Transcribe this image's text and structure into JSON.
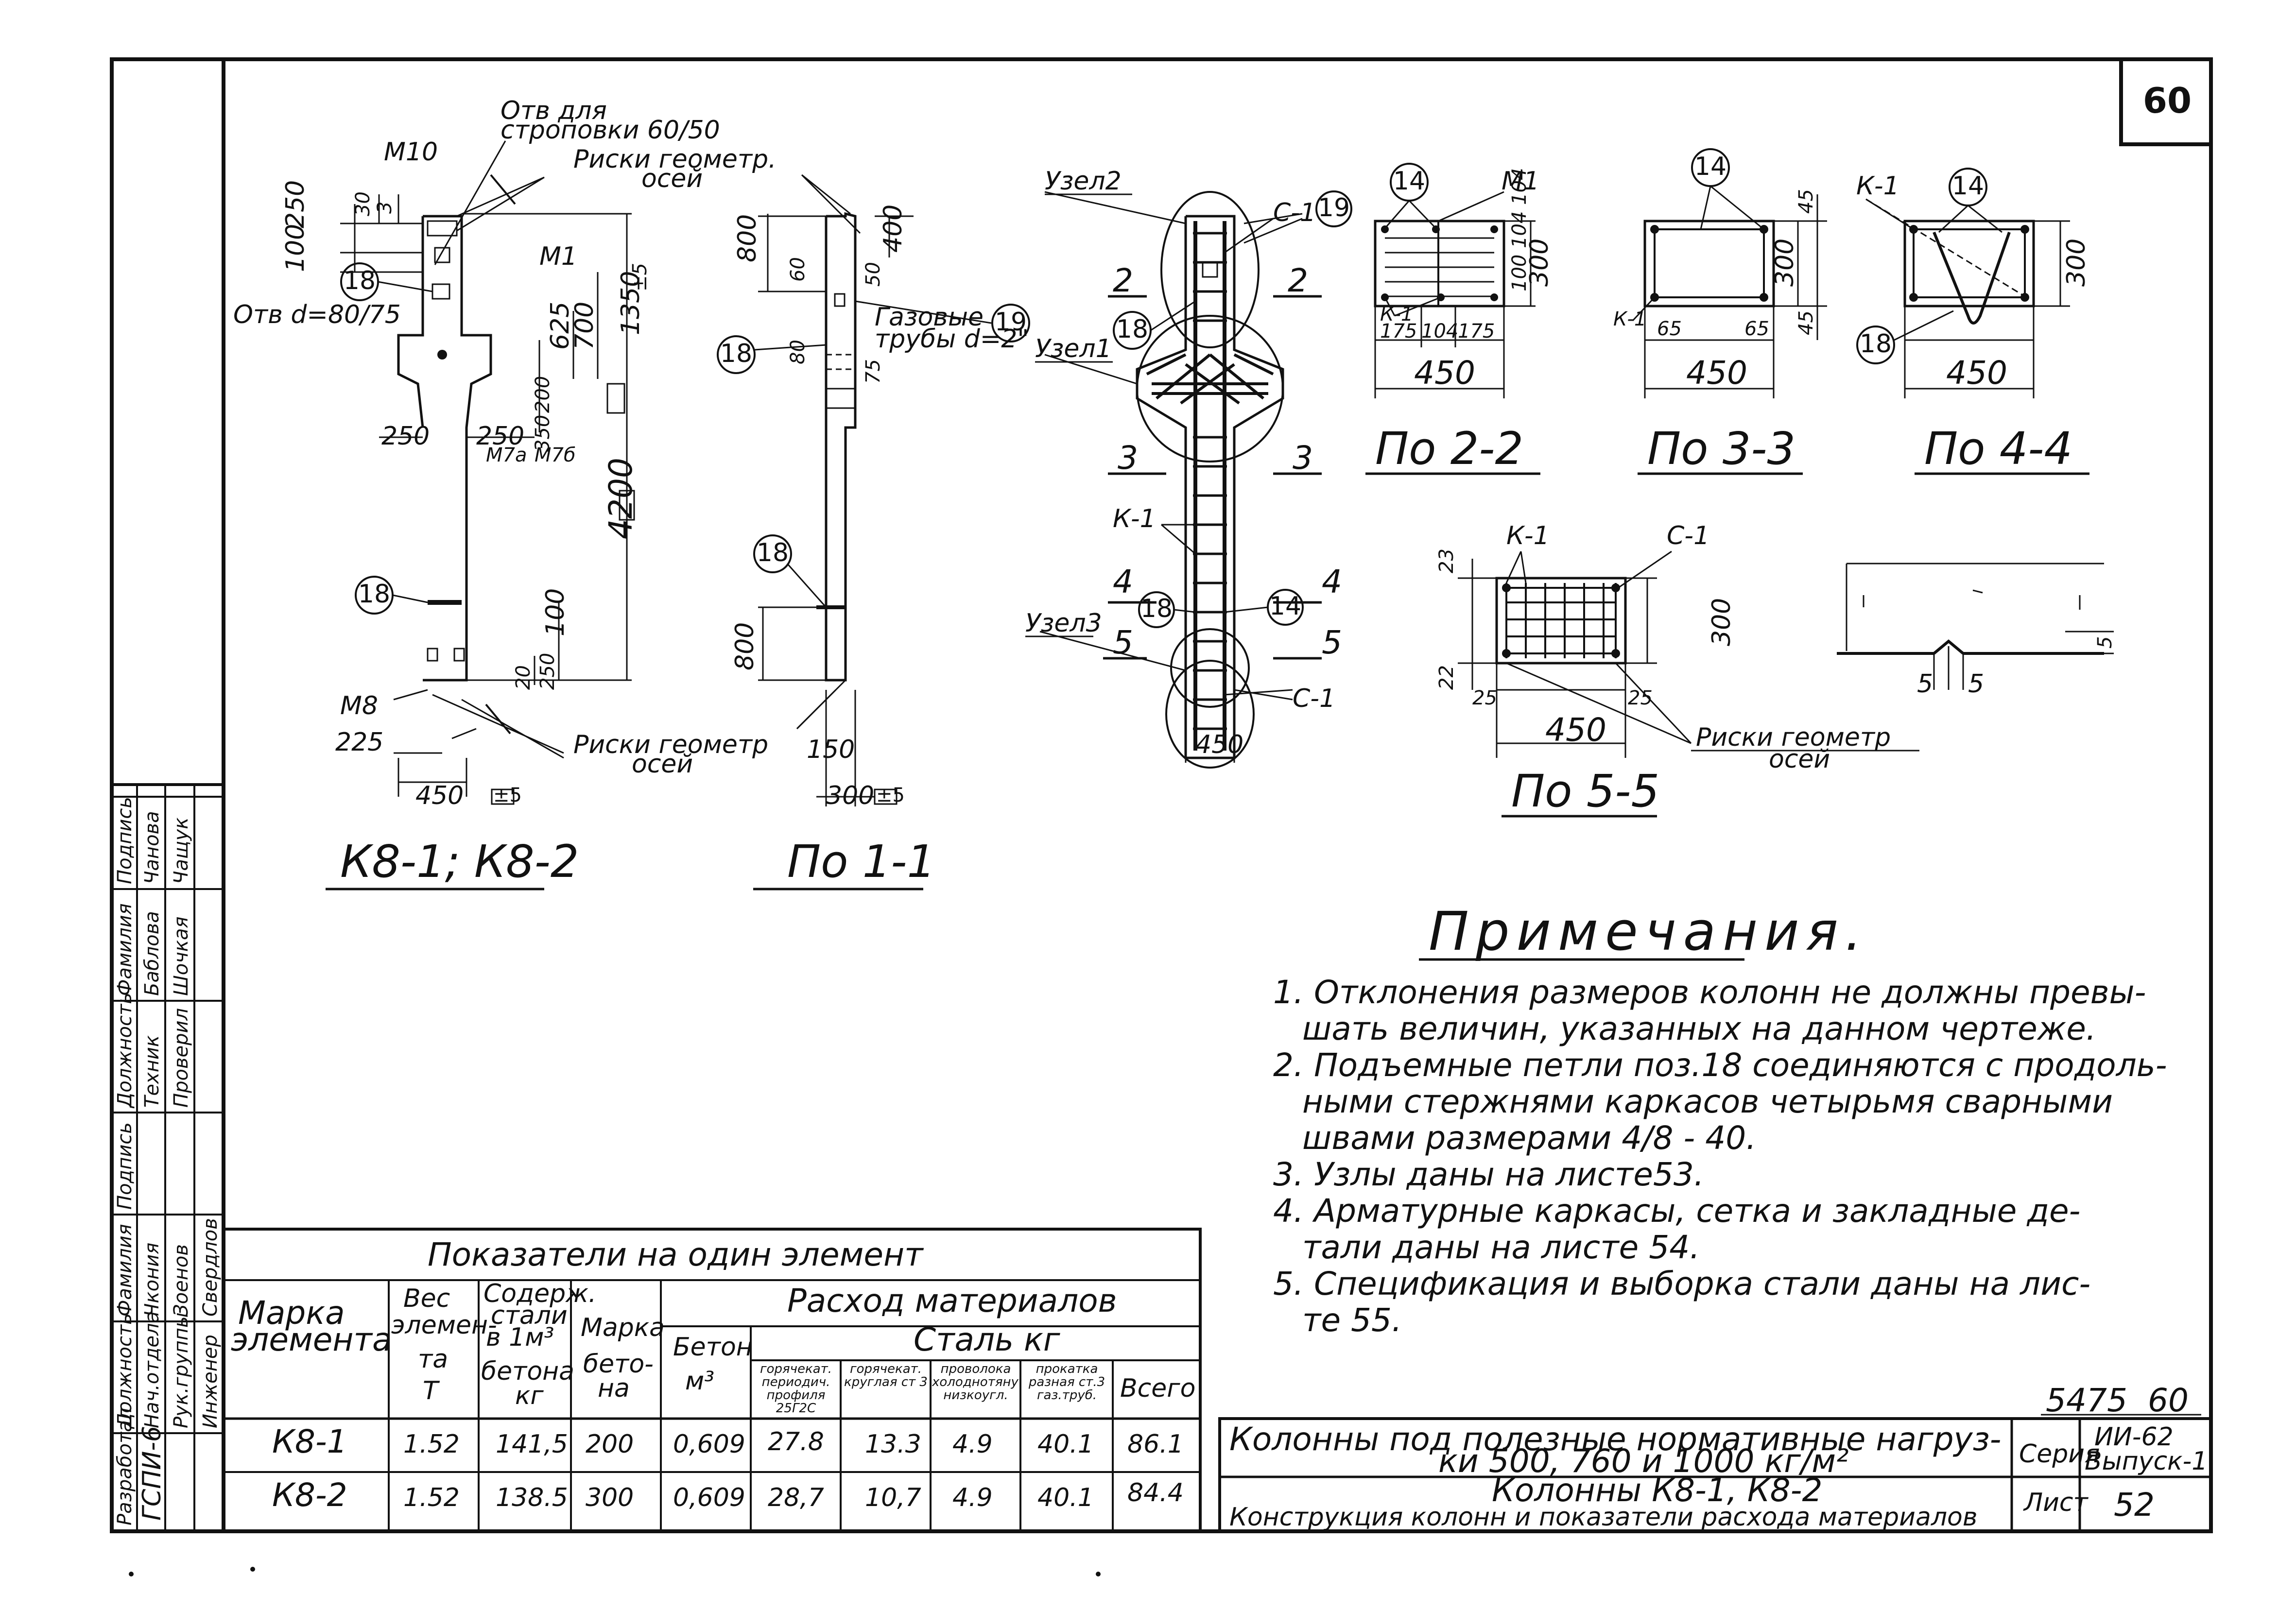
{
  "sheet_number": "60",
  "column_labels": {
    "m10": "М10",
    "hole_sling_1": "Отв для",
    "hole_sling_2": "строповки 60/50",
    "risks_1": "Риски геометр.",
    "risks_2": "осей",
    "m1": "М1",
    "hole_d": "Отв d=80/75",
    "m8": "М8",
    "m7a": "М7а",
    "m7b": "М7б",
    "risks_bottom_1": "Риски геометр",
    "risks_bottom_2": "осей",
    "pos_18": "18",
    "pos_19": "19",
    "pos_14": "14",
    "gas_pipes_1": "Газовые",
    "gas_pipes_2": "трубы d=2\"",
    "node_2": "Узел2",
    "node_1": "Узел1",
    "node_3": "Узел3",
    "k1": "К-1",
    "c1": "С-1",
    "cut_2": "2",
    "cut_3": "3",
    "cut_4": "4",
    "cut_5": "5",
    "e5": "±5"
  },
  "dimensions": {
    "d30": "30",
    "d3": "3",
    "d100": "100",
    "d250": "250",
    "d1350": "1350",
    "d700": "700",
    "d625": "625",
    "d200": "200",
    "d350": "350",
    "d4200": "4200",
    "d800": "800",
    "d400": "400",
    "d60": "60",
    "d50": "50",
    "d80": "80",
    "d75": "75",
    "d225": "225",
    "d450": "450",
    "d150": "150",
    "d300": "300",
    "d20": "20",
    "d175": "175",
    "d65": "65",
    "d45": "45",
    "d23": "23",
    "d22": "22",
    "d25": "25",
    "d5": "5",
    "d100_104": "100 104 104",
    "d175_104": "104"
  },
  "view_titles": {
    "main": "К8-1; К8-2",
    "section_1_1": "По 1-1",
    "section_2_2": "По 2-2",
    "section_3_3": "По 3-3",
    "section_4_4": "По 4-4",
    "section_5_5": "По 5-5"
  },
  "notes": {
    "title": "Примечания.",
    "lines": [
      "1. Отклонения размеров колонн не должны превы-",
      "шать величин, указанных на данном чертеже.",
      "2. Подъемные петли поз.18 соединяются с продоль-",
      "ными стержнями каркасов четырьмя сварными",
      "швами размерами 4/8 - 40.",
      "3. Узлы даны на листе53.",
      "4. Арматурные каркасы, сетка и закладные де-",
      "тали даны на листе 54.",
      "5. Спецификация и выборка стали даны на лис-",
      "те 55."
    ]
  },
  "table": {
    "caption": "Показатели на один элемент",
    "h_mark": "Марка элемента",
    "h_weight_1": "Вес",
    "h_weight_2": "элемен-",
    "h_weight_3": "та",
    "h_weight_4": "Т",
    "h_steel_1": "Содерж.",
    "h_steel_2": "стали",
    "h_steel_3": "в 1м³",
    "h_steel_4": "бетона",
    "h_steel_5": "кг",
    "h_concrete_mark_1": "Марка",
    "h_concrete_mark_2": "бето-",
    "h_concrete_mark_3": "на",
    "h_consumption": "Расход материалов",
    "h_concrete_1": "Бетон",
    "h_concrete_2": "м³",
    "h_steel_kg": "Сталь кг",
    "h_hot_periodic": "горячекат. периодич. профиля 25Г2С",
    "h_hot_round": "горячекат. круглая ст 3",
    "h_wire": "проволока холоднотянутая низкоугл.",
    "h_rolled": "прокатка разная ст.3 газ.труб.",
    "h_total": "Всего",
    "rows": [
      {
        "mark": "К8-1",
        "weight": "1.52",
        "steel": "141,5",
        "concrete_mark": "200",
        "concrete": "0,609",
        "hot_periodic": "27.8",
        "hot_round": "13.3",
        "wire": "4.9",
        "rolled": "40.1",
        "total": "86.1"
      },
      {
        "mark": "К8-2",
        "weight": "1.52",
        "steel": "138.5",
        "concrete_mark": "300",
        "concrete": "0,609",
        "hot_periodic": "28,7",
        "hot_round": "10,7",
        "wire": "4.9",
        "rolled": "40.1",
        "total": "84.4"
      }
    ]
  },
  "side_stamp": {
    "rows": [
      {
        "role": "Разработал",
        "pos": "ГСПИ-6",
        "inner": ""
      },
      {
        "role": "Должность",
        "name": "Фамилия",
        "sign": "Подпись"
      },
      {
        "role": "Нач.отдела",
        "name": "Чкония",
        "sign": ""
      },
      {
        "role": "Рук.группы",
        "name": "Зоенов",
        "sign": ""
      },
      {
        "role": "Инженер",
        "name": "Свердлов",
        "sign": ""
      },
      {
        "role": "Должность",
        "name": "Фамилия",
        "sign": "Подпись"
      },
      {
        "role": "Техник",
        "name": "Баблова",
        "sign": "Чанова"
      },
      {
        "role": "Проверил",
        "name": "Шочкая",
        "sign": "Чащук"
      }
    ]
  },
  "title_block": {
    "code": "5475",
    "sheet_small": "60",
    "title_line_1": "Колонны под полезные нормативные нагруз-",
    "title_line_2": "ки 500, 760 и 1000 кг/м²",
    "series_label": "Серия",
    "series_value_1": "ИИ-62",
    "series_value_2": "Выпуск-1",
    "subtitle_1": "Колонны К8-1, К8-2",
    "subtitle_2": "Конструкция колонн и показатели расхода материалов",
    "list_label": "Лист",
    "list_value": "52"
  }
}
